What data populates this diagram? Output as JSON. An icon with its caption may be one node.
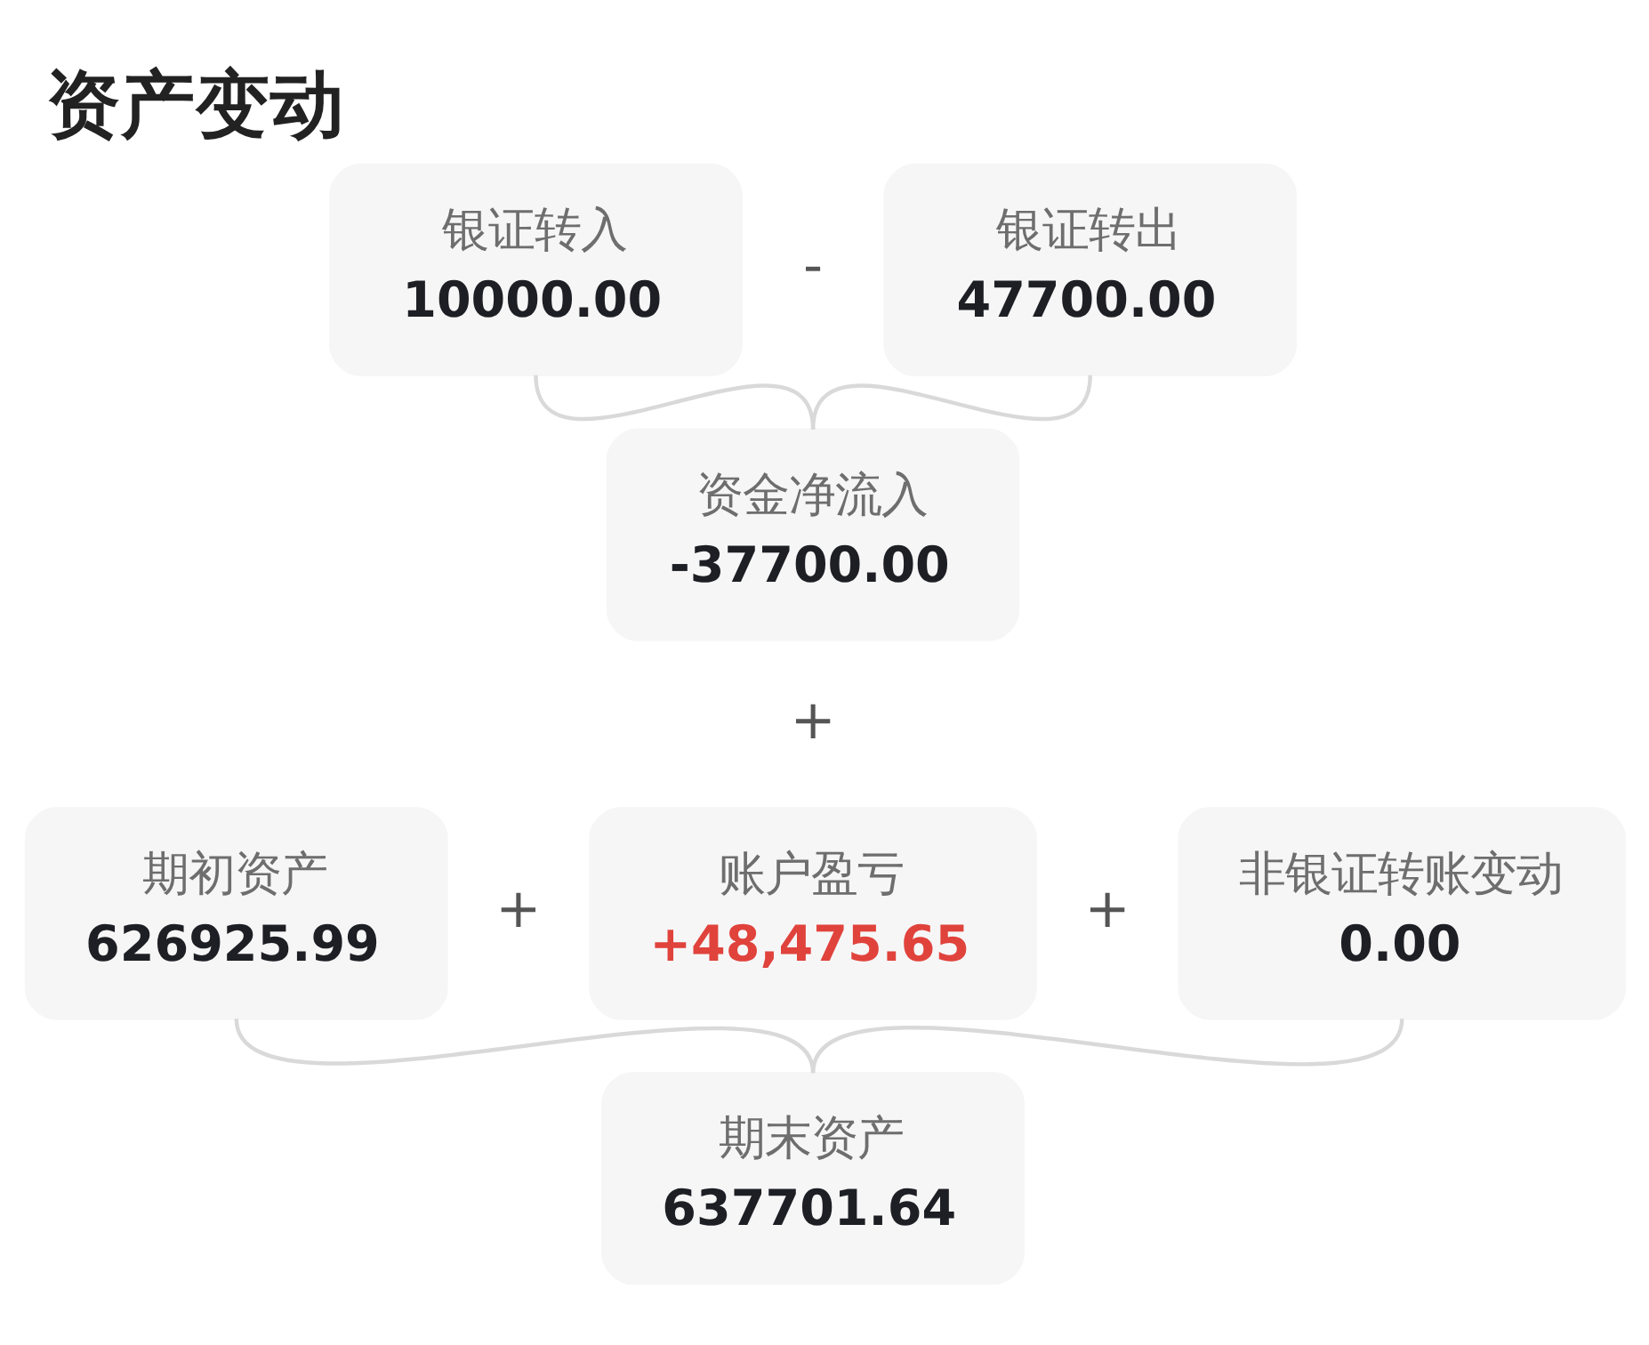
{
  "diagram": {
    "title": "资产变动",
    "nodes": [
      {
        "text": [
          "银证转入",
          "10000.00"
        ]
      },
      {
        "text": [
          "银证转出",
          "47700.00"
        ]
      },
      {
        "text": [
          "资金净流入",
          "-37700.00"
        ]
      },
      {
        "text": [
          "期初资产",
          "626925.99"
        ]
      },
      {
        "text": [
          "账户盈亏",
          "+48,475.65"
        ]
      },
      {
        "text": [
          "非银证转账变动",
          "0.00"
        ]
      },
      {
        "text": [
          "期末资产",
          "637701.64"
        ]
      }
    ],
    "edges": [
      {
        "from": 0,
        "to": 2,
        "arrow": "none"
      },
      {
        "from": 1,
        "to": 2,
        "arrow": "none"
      },
      {
        "from": 3,
        "to": 6,
        "arrow": "none"
      },
      {
        "from": 5,
        "to": 6,
        "arrow": "none"
      }
    ],
    "labels": [
      "-",
      "+",
      "+",
      "+"
    ]
  }
}
